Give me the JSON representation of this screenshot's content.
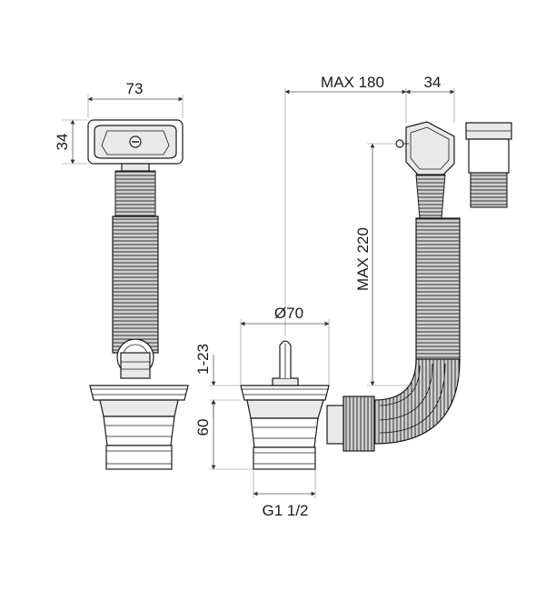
{
  "dimensions": {
    "overflow_width": "73",
    "overflow_height": "34",
    "max_horizontal": "MAX 180",
    "outlet_width": "34",
    "max_vertical": "MAX 220",
    "strainer_diameter": "Ø70",
    "flange_range": "1-23",
    "body_height": "60",
    "thread": "G1 1/2"
  }
}
